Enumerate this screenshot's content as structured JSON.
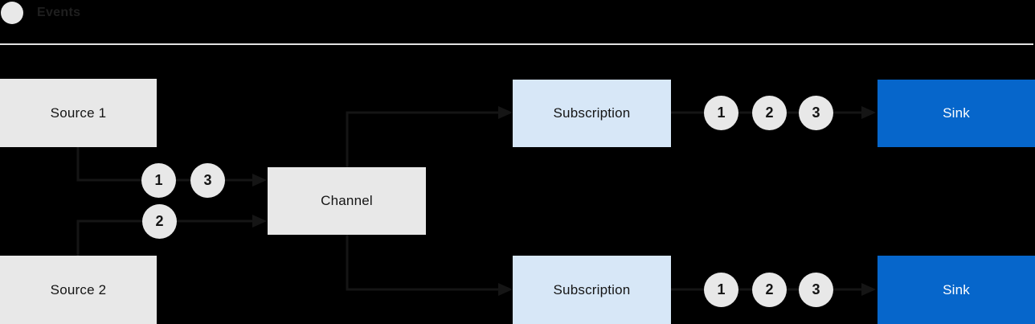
{
  "legend": {
    "label": "Events"
  },
  "nodes": {
    "source1": {
      "label": "Source 1"
    },
    "source2": {
      "label": "Source 2"
    },
    "channel": {
      "label": "Channel"
    },
    "subscription_top": {
      "label": "Subscription"
    },
    "subscription_bottom": {
      "label": "Subscription"
    },
    "sink_top": {
      "label": "Sink"
    },
    "sink_bottom": {
      "label": "Sink"
    }
  },
  "event_markers": {
    "source1_to_channel": [
      "1",
      "3"
    ],
    "source2_to_channel": [
      "2"
    ],
    "subscription_top_to_sink": [
      "1",
      "2",
      "3"
    ],
    "subscription_bottom_to_sink": [
      "1",
      "2",
      "3"
    ]
  },
  "colors": {
    "background": "#000000",
    "box_gray": "#e8e8e8",
    "box_light_blue": "#d7e7f7",
    "box_blue": "#0666cb",
    "text_dark": "#151515",
    "text_white": "#ffffff",
    "connector": "#151515",
    "divider": "#e2e2e2"
  }
}
